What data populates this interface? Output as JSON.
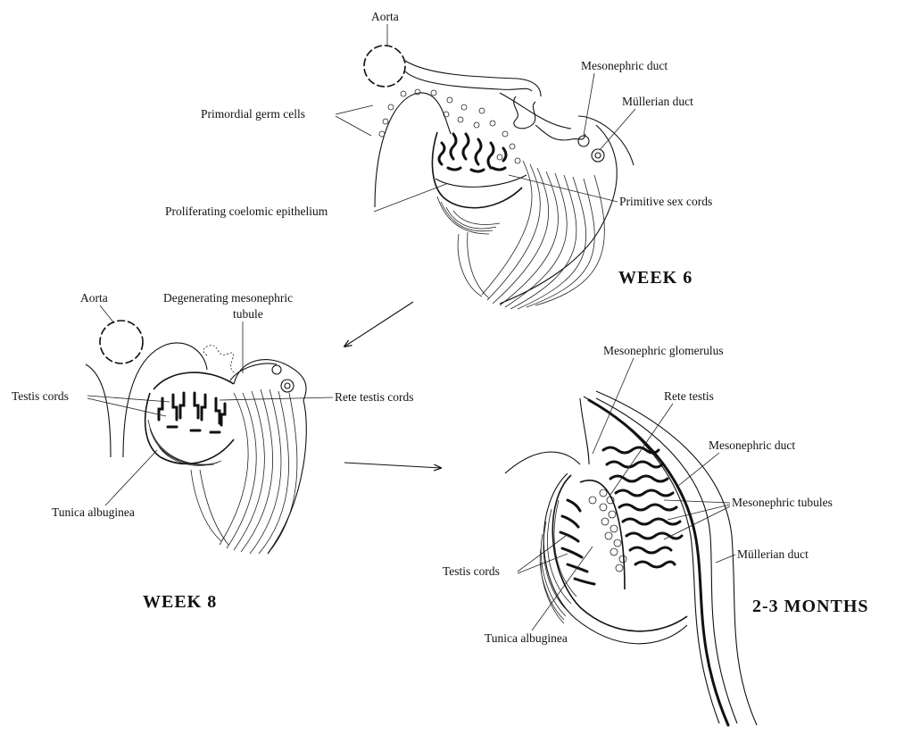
{
  "panels": [
    {
      "title": "WEEK 6",
      "labels": {
        "aorta": "Aorta",
        "germ_cells": "Primordial germ cells",
        "coelomic": "Proliferating coelomic epithelium",
        "meso_duct": "Mesonephric duct",
        "mullerian": "Müllerian duct",
        "sex_cords": "Primitive sex cords"
      }
    },
    {
      "title": "WEEK 8",
      "labels": {
        "aorta": "Aorta",
        "degen_1": "Degenerating mesonephric",
        "degen_2": "tubule",
        "testis_cords": "Testis cords",
        "rete_cords": "Rete testis cords",
        "tunica": "Tunica albuginea"
      }
    },
    {
      "title": "2-3 MONTHS",
      "labels": {
        "glomerulus": "Mesonephric glomerulus",
        "rete": "Rete testis",
        "meso_duct": "Mesonephric duct",
        "tubules": "Mesonephric tubules",
        "mullerian": "Müllerian duct",
        "testis_cords": "Testis cords",
        "tunica": "Tunica albuginea"
      }
    }
  ]
}
